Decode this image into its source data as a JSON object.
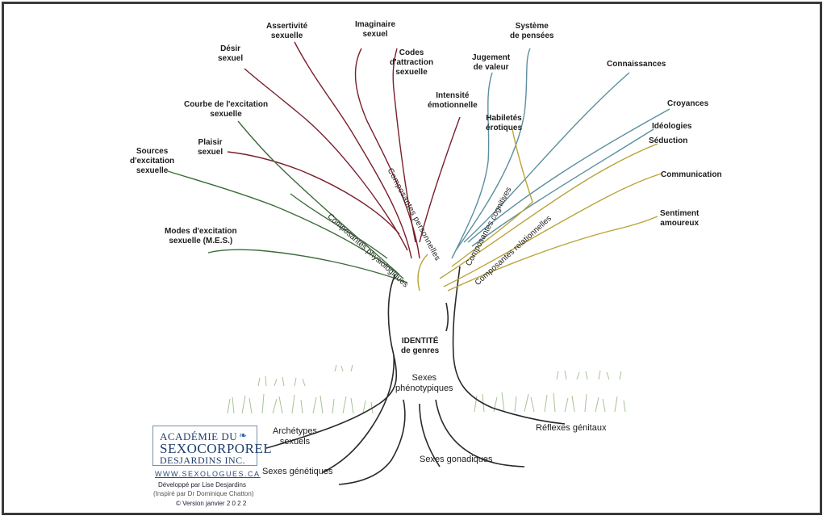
{
  "center": {
    "line1": "IDENTITÉ",
    "line2": "de genres"
  },
  "axes": {
    "personnelles": "Composantes personnelles",
    "physiologiques": "Composantes physiologiques",
    "cognitives": "Composantes cognitives",
    "relationnelles": "Composantes relationnelles"
  },
  "labels": {
    "assertivite": [
      "Assertivité",
      "sexuelle"
    ],
    "imaginaire": [
      "Imaginaire",
      "sexuel"
    ],
    "desir": [
      "Désir",
      "sexuel"
    ],
    "codes": [
      "Codes",
      "d'attraction",
      "sexuelle"
    ],
    "intensite": [
      "Intensité",
      "émotionnelle"
    ],
    "jugement": [
      "Jugement",
      "de valeur"
    ],
    "systeme": [
      "Système",
      "de pensées"
    ],
    "connaissances": [
      "Connaissances"
    ],
    "croyances": [
      "Croyances"
    ],
    "ideologies": [
      "Idéologies"
    ],
    "seduction": [
      "Séduction"
    ],
    "communication": [
      "Communication"
    ],
    "sentiment": [
      "Sentiment",
      "amoureux"
    ],
    "habiletes": [
      "Habiletés",
      "érotiques"
    ],
    "courbe": [
      "Courbe de l'excitation",
      "sexuelle"
    ],
    "plaisir": [
      "Plaisir",
      "sexuel"
    ],
    "sources": [
      "Sources",
      "d'excitation",
      "sexuelle"
    ],
    "modes": [
      "Modes d'excitation",
      "sexuelle (M.E.S.)"
    ]
  },
  "roots": {
    "phenotypiques": [
      "Sexes",
      "phénotypiques"
    ],
    "archetypes": [
      "Archétypes",
      "sexuels"
    ],
    "reflexes": "Réflexes génitaux",
    "genetiques": "Sexes génétiques",
    "gonadiques": "Sexes gonadiques"
  },
  "branding": {
    "logo_line1": "ACADÉMIE DU",
    "logo_line2": "SEXOCORPOREL",
    "logo_line3": "DESJARDINS INC.",
    "logo_icon": "maple-leaf-icon",
    "website": "WWW.SEXOLOGUES.CA",
    "author": "Développé par Lise Desjardins",
    "inspired": "(Inspiré par Dr Dominique Chatton)",
    "version": "© Version janvier 2 0 2 2"
  },
  "colors": {
    "personnelles": "#7a1f2b",
    "physiologiques": "#3d6b3a",
    "cognitives": "#5b8fa0",
    "relationnelles": "#b8a43a",
    "trunk": "#2a2a2a",
    "grass": "#8fb47c"
  }
}
